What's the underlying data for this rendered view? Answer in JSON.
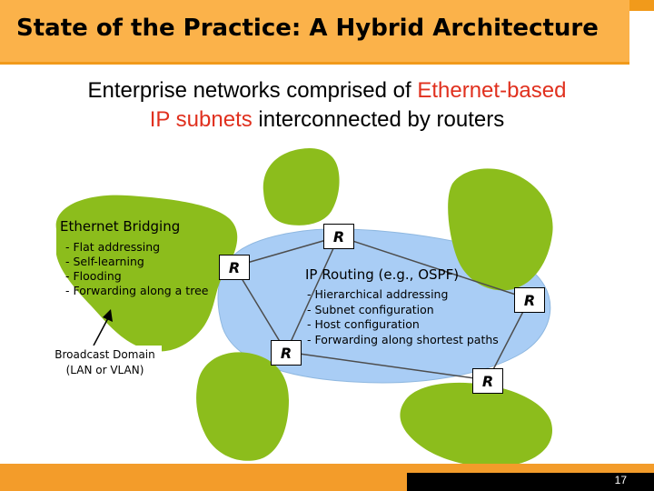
{
  "title": "State of the Practice: A Hybrid Architecture",
  "subtitle": {
    "line1_pre": "Enterprise networks comprised of ",
    "line1_red": "Ethernet-based",
    "line2_red": "IP subnets",
    "line2_post": " interconnected by routers"
  },
  "bridging": {
    "heading": "Ethernet Bridging",
    "items": [
      "Flat addressing",
      "Self-learning",
      "Flooding",
      "Forwarding along a tree"
    ]
  },
  "routing": {
    "heading": "IP Routing (e.g., OSPF)",
    "items": [
      "Hierarchical addressing",
      "Subnet configuration",
      "Host configuration",
      "Forwarding along shortest paths"
    ]
  },
  "broadcast_domain": {
    "line1": "Broadcast Domain",
    "line2": "(LAN or VLAN)"
  },
  "routers": [
    "R",
    "R",
    "R",
    "R",
    "R"
  ],
  "page_number": "17",
  "colors": {
    "title_bar": "#fbb24a",
    "subnet_blob": "#8cbd1c",
    "ip_core": "#a9cdf5",
    "highlight_text": "#e0301e",
    "footer": "#f39c2a"
  }
}
